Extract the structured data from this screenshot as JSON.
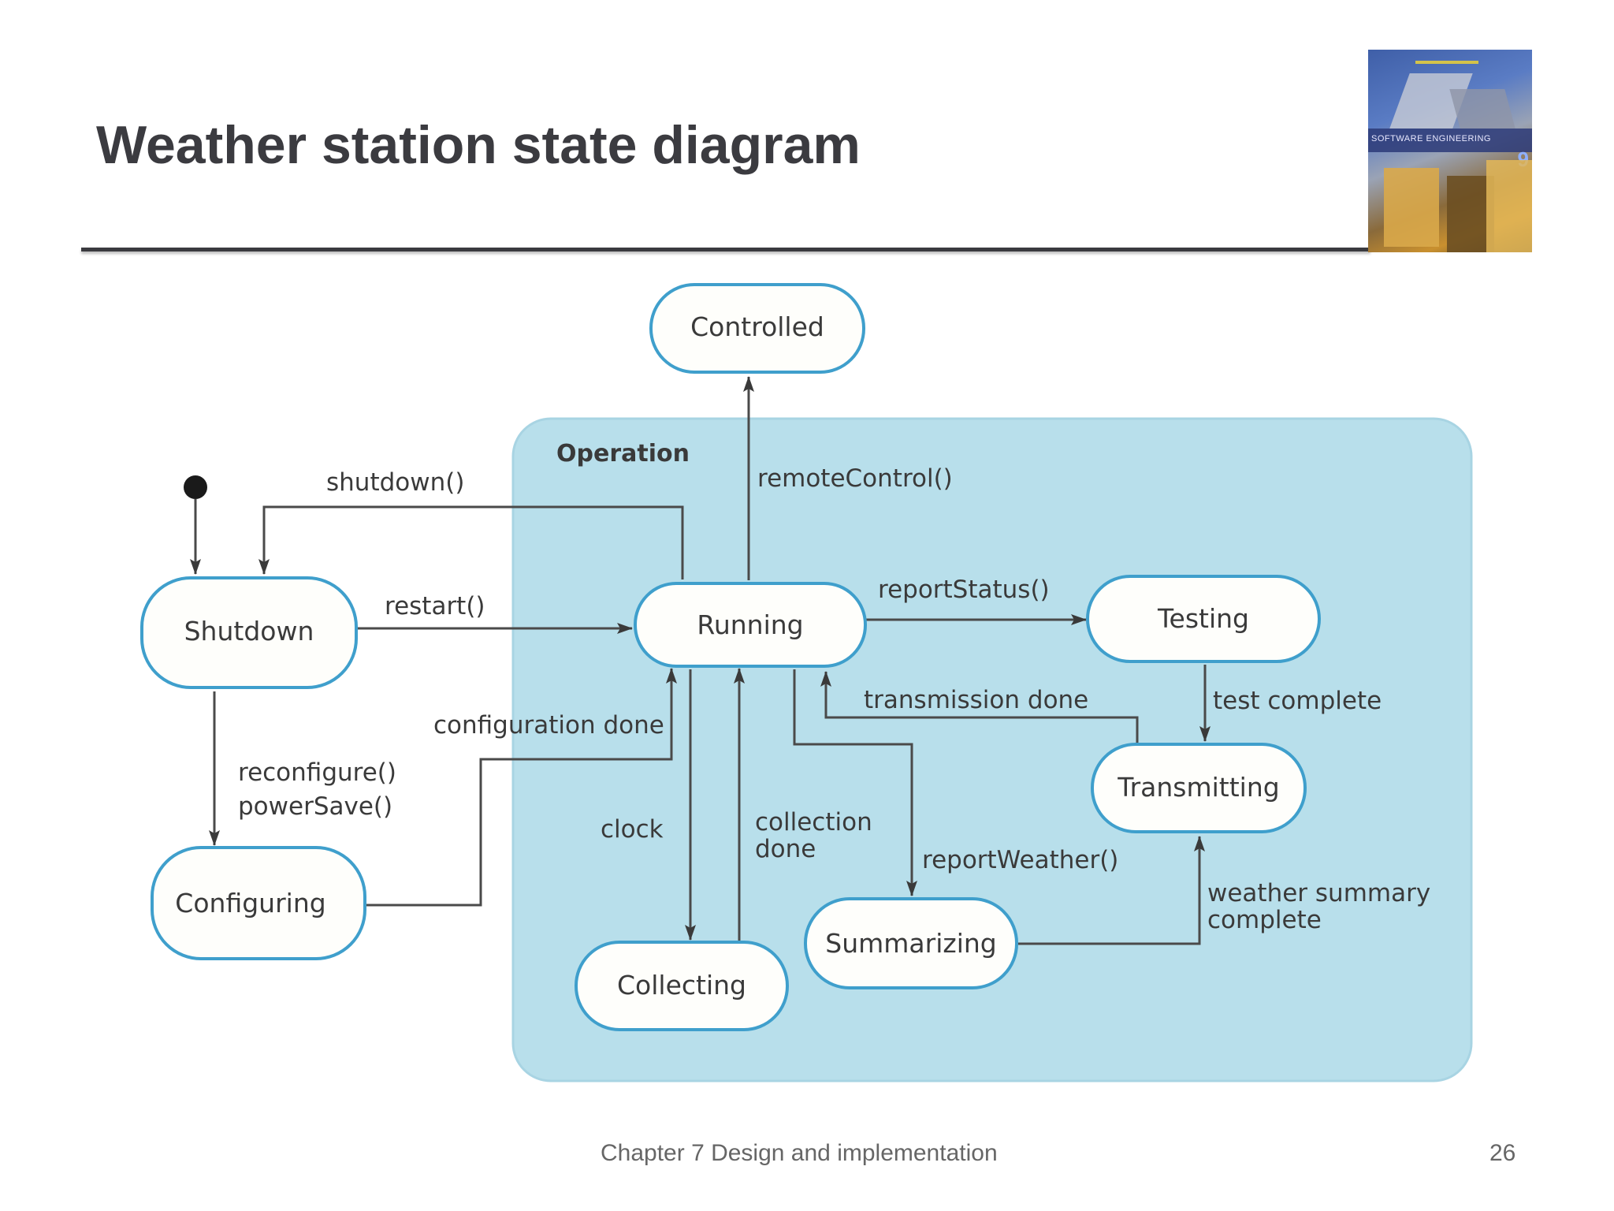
{
  "slide": {
    "title": "Weather station state diagram",
    "footer": "Chapter 7 Design and implementation",
    "page_number": "26"
  },
  "book_cover": {
    "cover_text": "SOFTWARE ENGINEERING",
    "edition": "9"
  },
  "diagram": {
    "region_label": "Operation",
    "states": {
      "controlled": "Controlled",
      "shutdown": "Shutdown",
      "running": "Running",
      "testing": "Testing",
      "transmitting": "Transmitting",
      "configuring": "Configuring",
      "collecting": "Collecting",
      "summarizing": "Summarizing"
    },
    "transitions": {
      "shutdown": "shutdown()",
      "restart": "restart()",
      "remote_control": "remoteControl()",
      "report_status": "reportStatus()",
      "transmission_done": "transmission done",
      "test_complete": "test complete",
      "configuration_done": "configuration done",
      "reconfigure": "reconfigure()",
      "power_save": "powerSave()",
      "clock": "clock",
      "collection": "collection",
      "done": "done",
      "report_weather": "reportWeather()",
      "weather_summary": "weather summary",
      "complete": "complete"
    }
  },
  "colors": {
    "operation_fill": "#b8dfeb",
    "state_fill": "#fefefb",
    "state_stroke": "#3f9fcc",
    "edge": "#4a4a4a"
  }
}
